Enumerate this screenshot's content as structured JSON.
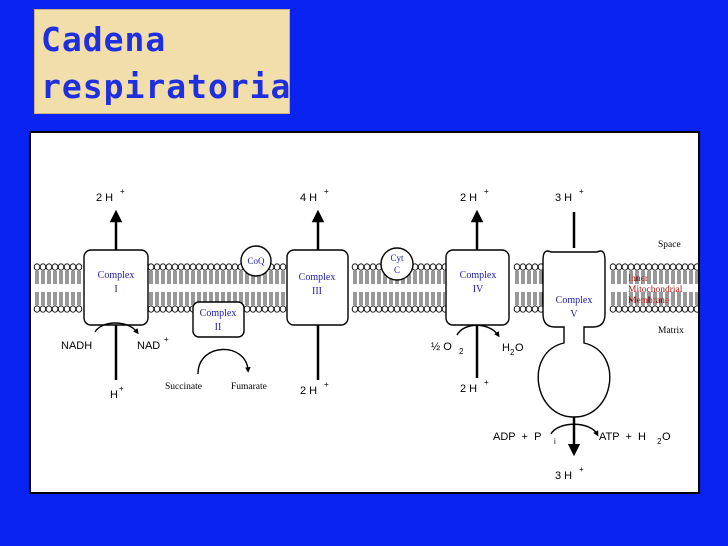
{
  "slide": {
    "title": "Cadena\nrespiratoria",
    "colors": {
      "background": "#0a23f0",
      "title_box": "#f1deaa",
      "title_text": "#1f2fe0",
      "complex_label": "#1a1aa8",
      "membrane_label": "#b01010"
    }
  },
  "diagram": {
    "membrane": {
      "space": "Space",
      "inner_1": "Inner",
      "inner_2": "Mitochondrial",
      "inner_3": "Membrane",
      "matrix": "Matrix"
    },
    "complex1": {
      "name": "Complex",
      "num": "I",
      "top_count": "2 H",
      "top_sup": "+",
      "bottom_count": "H",
      "bottom_sup": "+",
      "nadh": "NADH",
      "nad": "NAD",
      "nad_sup": "+"
    },
    "complex2": {
      "name": "Complex",
      "num": "II",
      "succinate": "Succinate",
      "fumarate": "Fumarate"
    },
    "coq": "CoQ",
    "complex3": {
      "name": "Complex",
      "num": "III",
      "top_count": "4 H",
      "top_sup": "+",
      "bottom_count": "2 H",
      "bottom_sup": "+"
    },
    "cytc": {
      "line1": "Cyt",
      "line2": "C"
    },
    "complex4": {
      "name": "Complex",
      "num": "IV",
      "top_count": "2 H",
      "top_sup": "+",
      "bottom_count": "2 H",
      "bottom_sup": "+",
      "o2_pre": "½ O",
      "o2_sub": "2",
      "h2o_h": "H",
      "h2o_sub": "2",
      "h2o_o": "O"
    },
    "complex5": {
      "name": "Complex",
      "num": "V",
      "top_count": "3 H",
      "top_sup": "+",
      "bottom_count": "3 H",
      "bottom_sup": "+",
      "adp": "ADP  +  P",
      "adp_sub": "i",
      "atp": "ATP  +  H",
      "atp_sub": "2",
      "atp_o": "O"
    }
  }
}
